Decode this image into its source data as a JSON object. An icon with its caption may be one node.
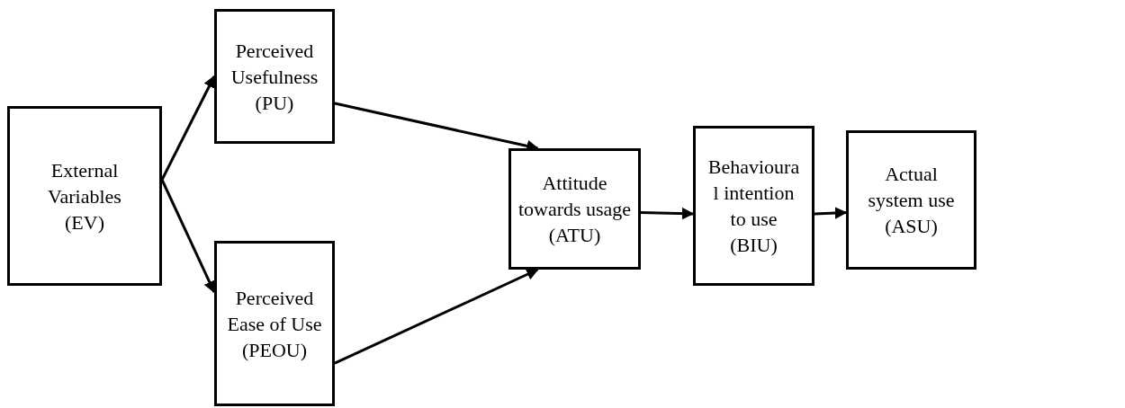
{
  "diagram": {
    "nodes": [
      {
        "text": [
          "External Variables (EV)"
        ]
      },
      {
        "text": [
          "Perceived Usefulness (PU)"
        ]
      },
      {
        "text": [
          "Perceived Ease of Use (PEOU)"
        ]
      },
      {
        "text": [
          "Attitude towards usage (ATU)"
        ]
      },
      {
        "text": [
          "Behavioura l intention to use (BIU)"
        ]
      },
      {
        "text": [
          "Actual system use (ASU)"
        ]
      }
    ],
    "edges": [
      {
        "from": 0,
        "to": 1,
        "arrow": "to"
      },
      {
        "from": 0,
        "to": 2,
        "arrow": "to"
      },
      {
        "from": 1,
        "to": 3,
        "arrow": "to"
      },
      {
        "from": 2,
        "to": 3,
        "arrow": "to"
      },
      {
        "from": 3,
        "to": 4,
        "arrow": "to"
      },
      {
        "from": 4,
        "to": 5,
        "arrow": "to"
      }
    ]
  }
}
